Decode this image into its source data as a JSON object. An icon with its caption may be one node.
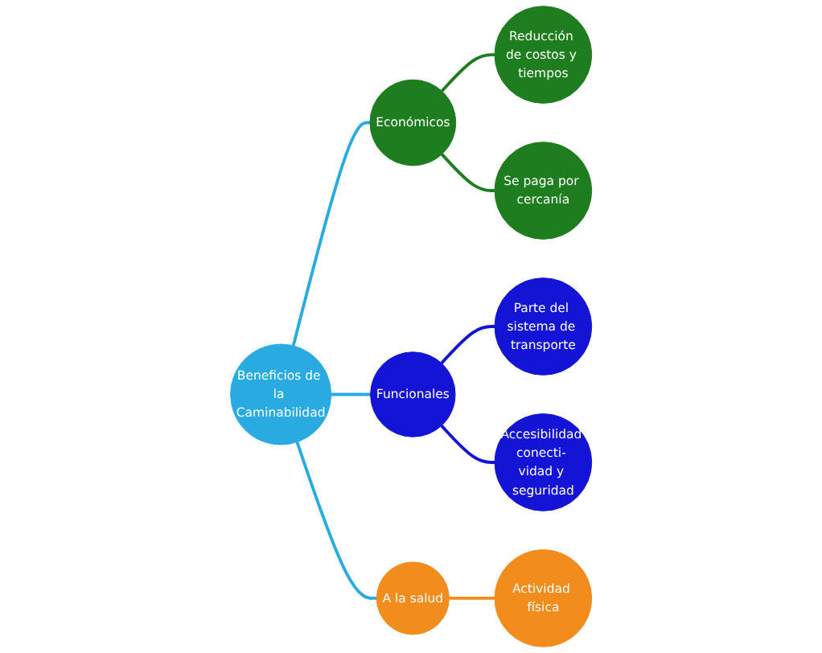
{
  "diagram": {
    "nodes": [
      {
        "text": [
          "Beneficios de la Caminabilidad"
        ]
      },
      {
        "text": [
          "Económicos"
        ]
      },
      {
        "text": [
          "Reducción de costos y tiempos"
        ]
      },
      {
        "text": [
          "Se paga por cercanía"
        ]
      },
      {
        "text": [
          "Funcionales"
        ]
      },
      {
        "text": [
          "Parte del sistema de transporte"
        ]
      },
      {
        "text": [
          "Accesibilidad conecti- vidad y seguridad"
        ]
      },
      {
        "text": [
          "A la salud"
        ]
      },
      {
        "text": [
          "Actividad física"
        ]
      }
    ],
    "edges": [
      {
        "from": 0,
        "to": 1,
        "arrow": "none",
        "color": "#29abe2"
      },
      {
        "from": 1,
        "to": 2,
        "arrow": "none",
        "color": "#1e7d1e"
      },
      {
        "from": 1,
        "to": 3,
        "arrow": "none",
        "color": "#1e7d1e"
      },
      {
        "from": 0,
        "to": 4,
        "arrow": "none",
        "color": "#29abe2"
      },
      {
        "from": 4,
        "to": 5,
        "arrow": "none",
        "color": "#1414d6"
      },
      {
        "from": 4,
        "to": 6,
        "arrow": "none",
        "color": "#1414d6"
      },
      {
        "from": 0,
        "to": 7,
        "arrow": "none",
        "color": "#29abe2"
      },
      {
        "from": 7,
        "to": 8,
        "arrow": "none",
        "color": "#f28c1c"
      }
    ]
  }
}
